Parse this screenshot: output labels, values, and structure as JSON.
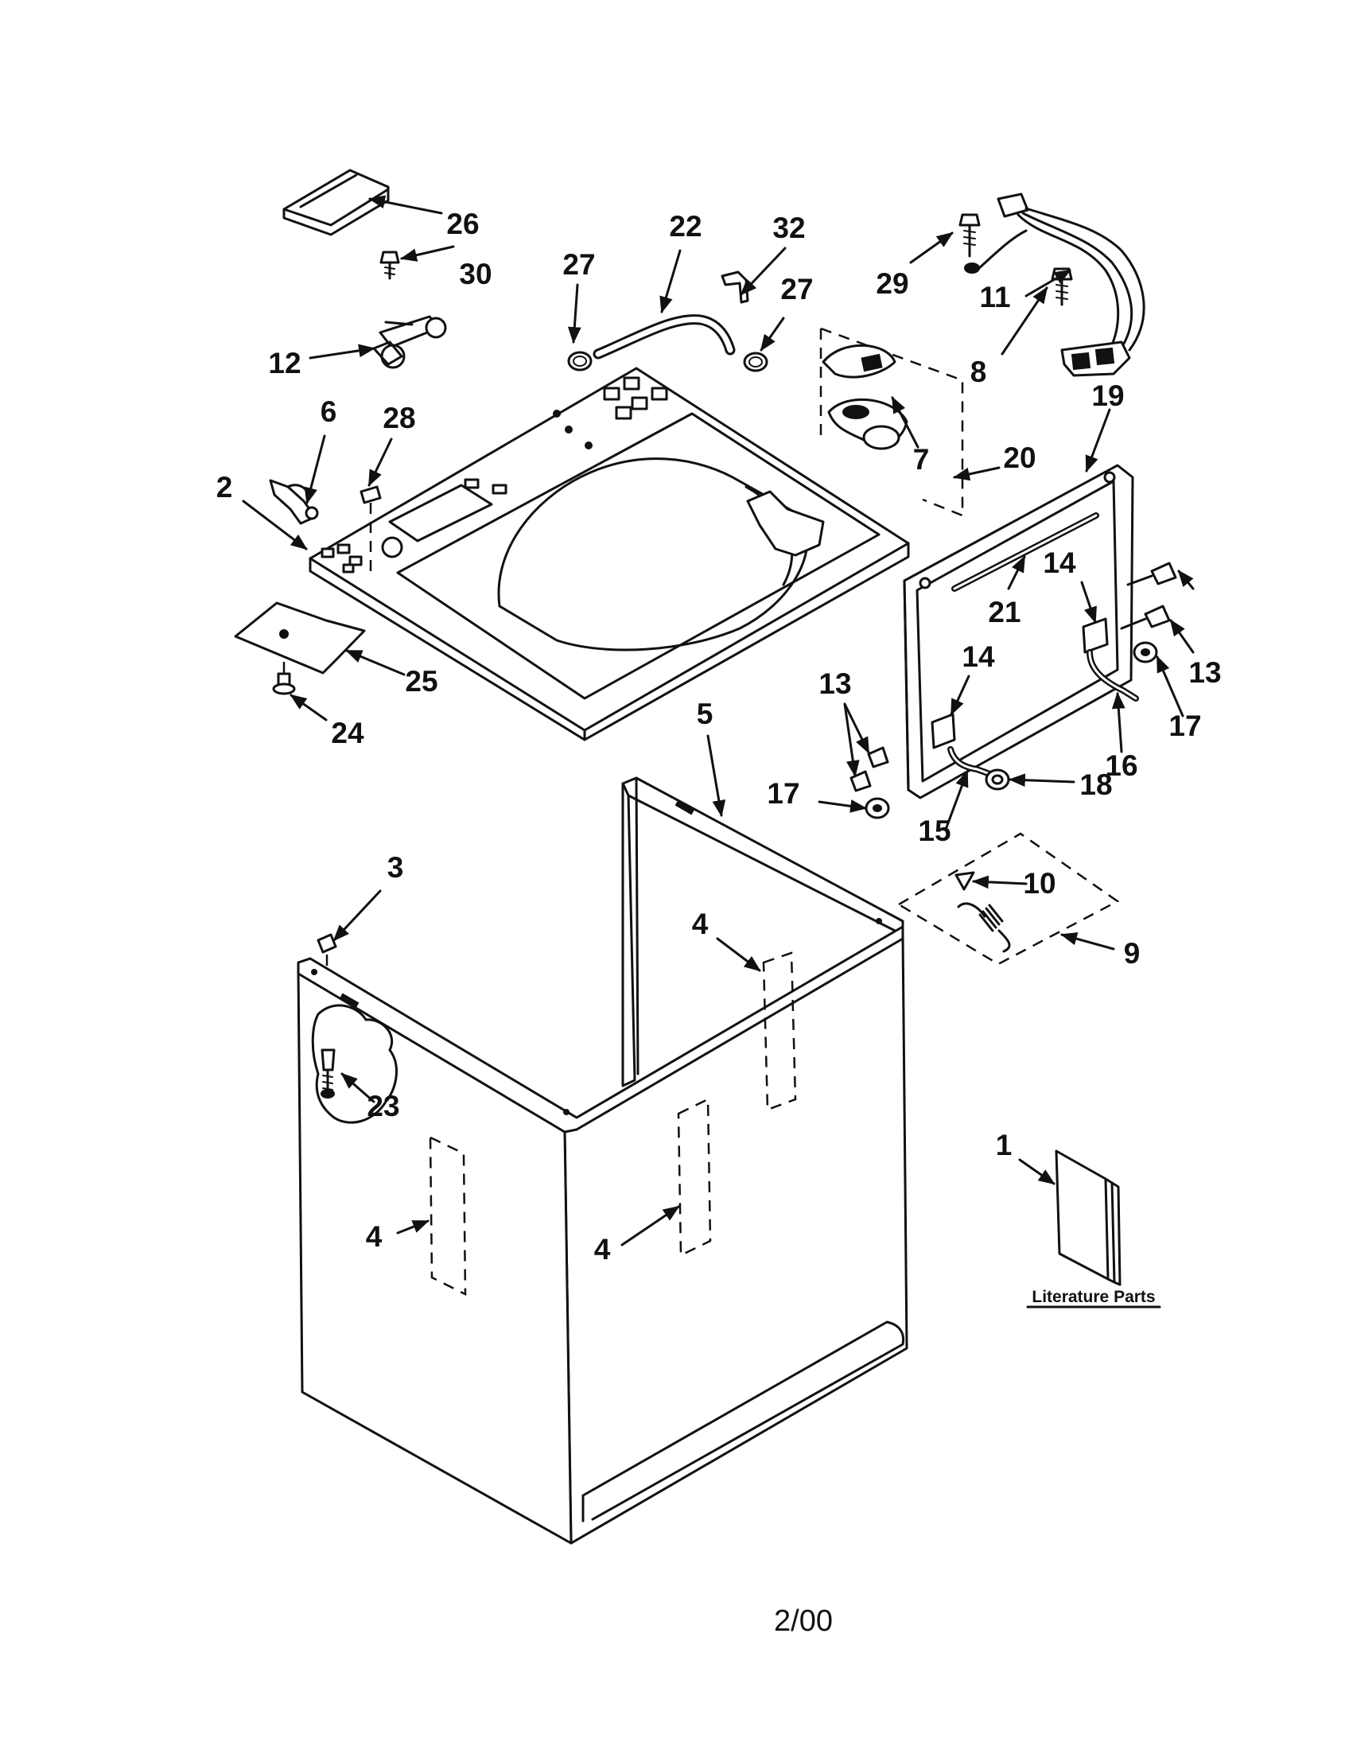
{
  "callouts": [
    {
      "id": "c26",
      "text": "26"
    },
    {
      "id": "c30",
      "text": "30"
    },
    {
      "id": "c12",
      "text": "12"
    },
    {
      "id": "c27a",
      "text": "27"
    },
    {
      "id": "c22",
      "text": "22"
    },
    {
      "id": "c32",
      "text": "32"
    },
    {
      "id": "c27b",
      "text": "27"
    },
    {
      "id": "c29",
      "text": "29"
    },
    {
      "id": "c11",
      "text": "11"
    },
    {
      "id": "c8",
      "text": "8"
    },
    {
      "id": "c19",
      "text": "19"
    },
    {
      "id": "c6",
      "text": "6"
    },
    {
      "id": "c28",
      "text": "28"
    },
    {
      "id": "c2",
      "text": "2"
    },
    {
      "id": "c7",
      "text": "7"
    },
    {
      "id": "c20",
      "text": "20"
    },
    {
      "id": "c25",
      "text": "25"
    },
    {
      "id": "c24",
      "text": "24"
    },
    {
      "id": "c21",
      "text": "21"
    },
    {
      "id": "c14a",
      "text": "14"
    },
    {
      "id": "c14b",
      "text": "14"
    },
    {
      "id": "c13a",
      "text": "13"
    },
    {
      "id": "c13b",
      "text": "13"
    },
    {
      "id": "c17a",
      "text": "17"
    },
    {
      "id": "c17b",
      "text": "17"
    },
    {
      "id": "c16",
      "text": "16"
    },
    {
      "id": "c18",
      "text": "18"
    },
    {
      "id": "c15",
      "text": "15"
    },
    {
      "id": "c5",
      "text": "5"
    },
    {
      "id": "c10",
      "text": "10"
    },
    {
      "id": "c9",
      "text": "9"
    },
    {
      "id": "c3",
      "text": "3"
    },
    {
      "id": "c4a",
      "text": "4"
    },
    {
      "id": "c4b",
      "text": "4"
    },
    {
      "id": "c4c",
      "text": "4"
    },
    {
      "id": "c23",
      "text": "23"
    },
    {
      "id": "c1",
      "text": "1"
    }
  ],
  "literature_caption": "Literature Parts",
  "footer_code": "2/00"
}
